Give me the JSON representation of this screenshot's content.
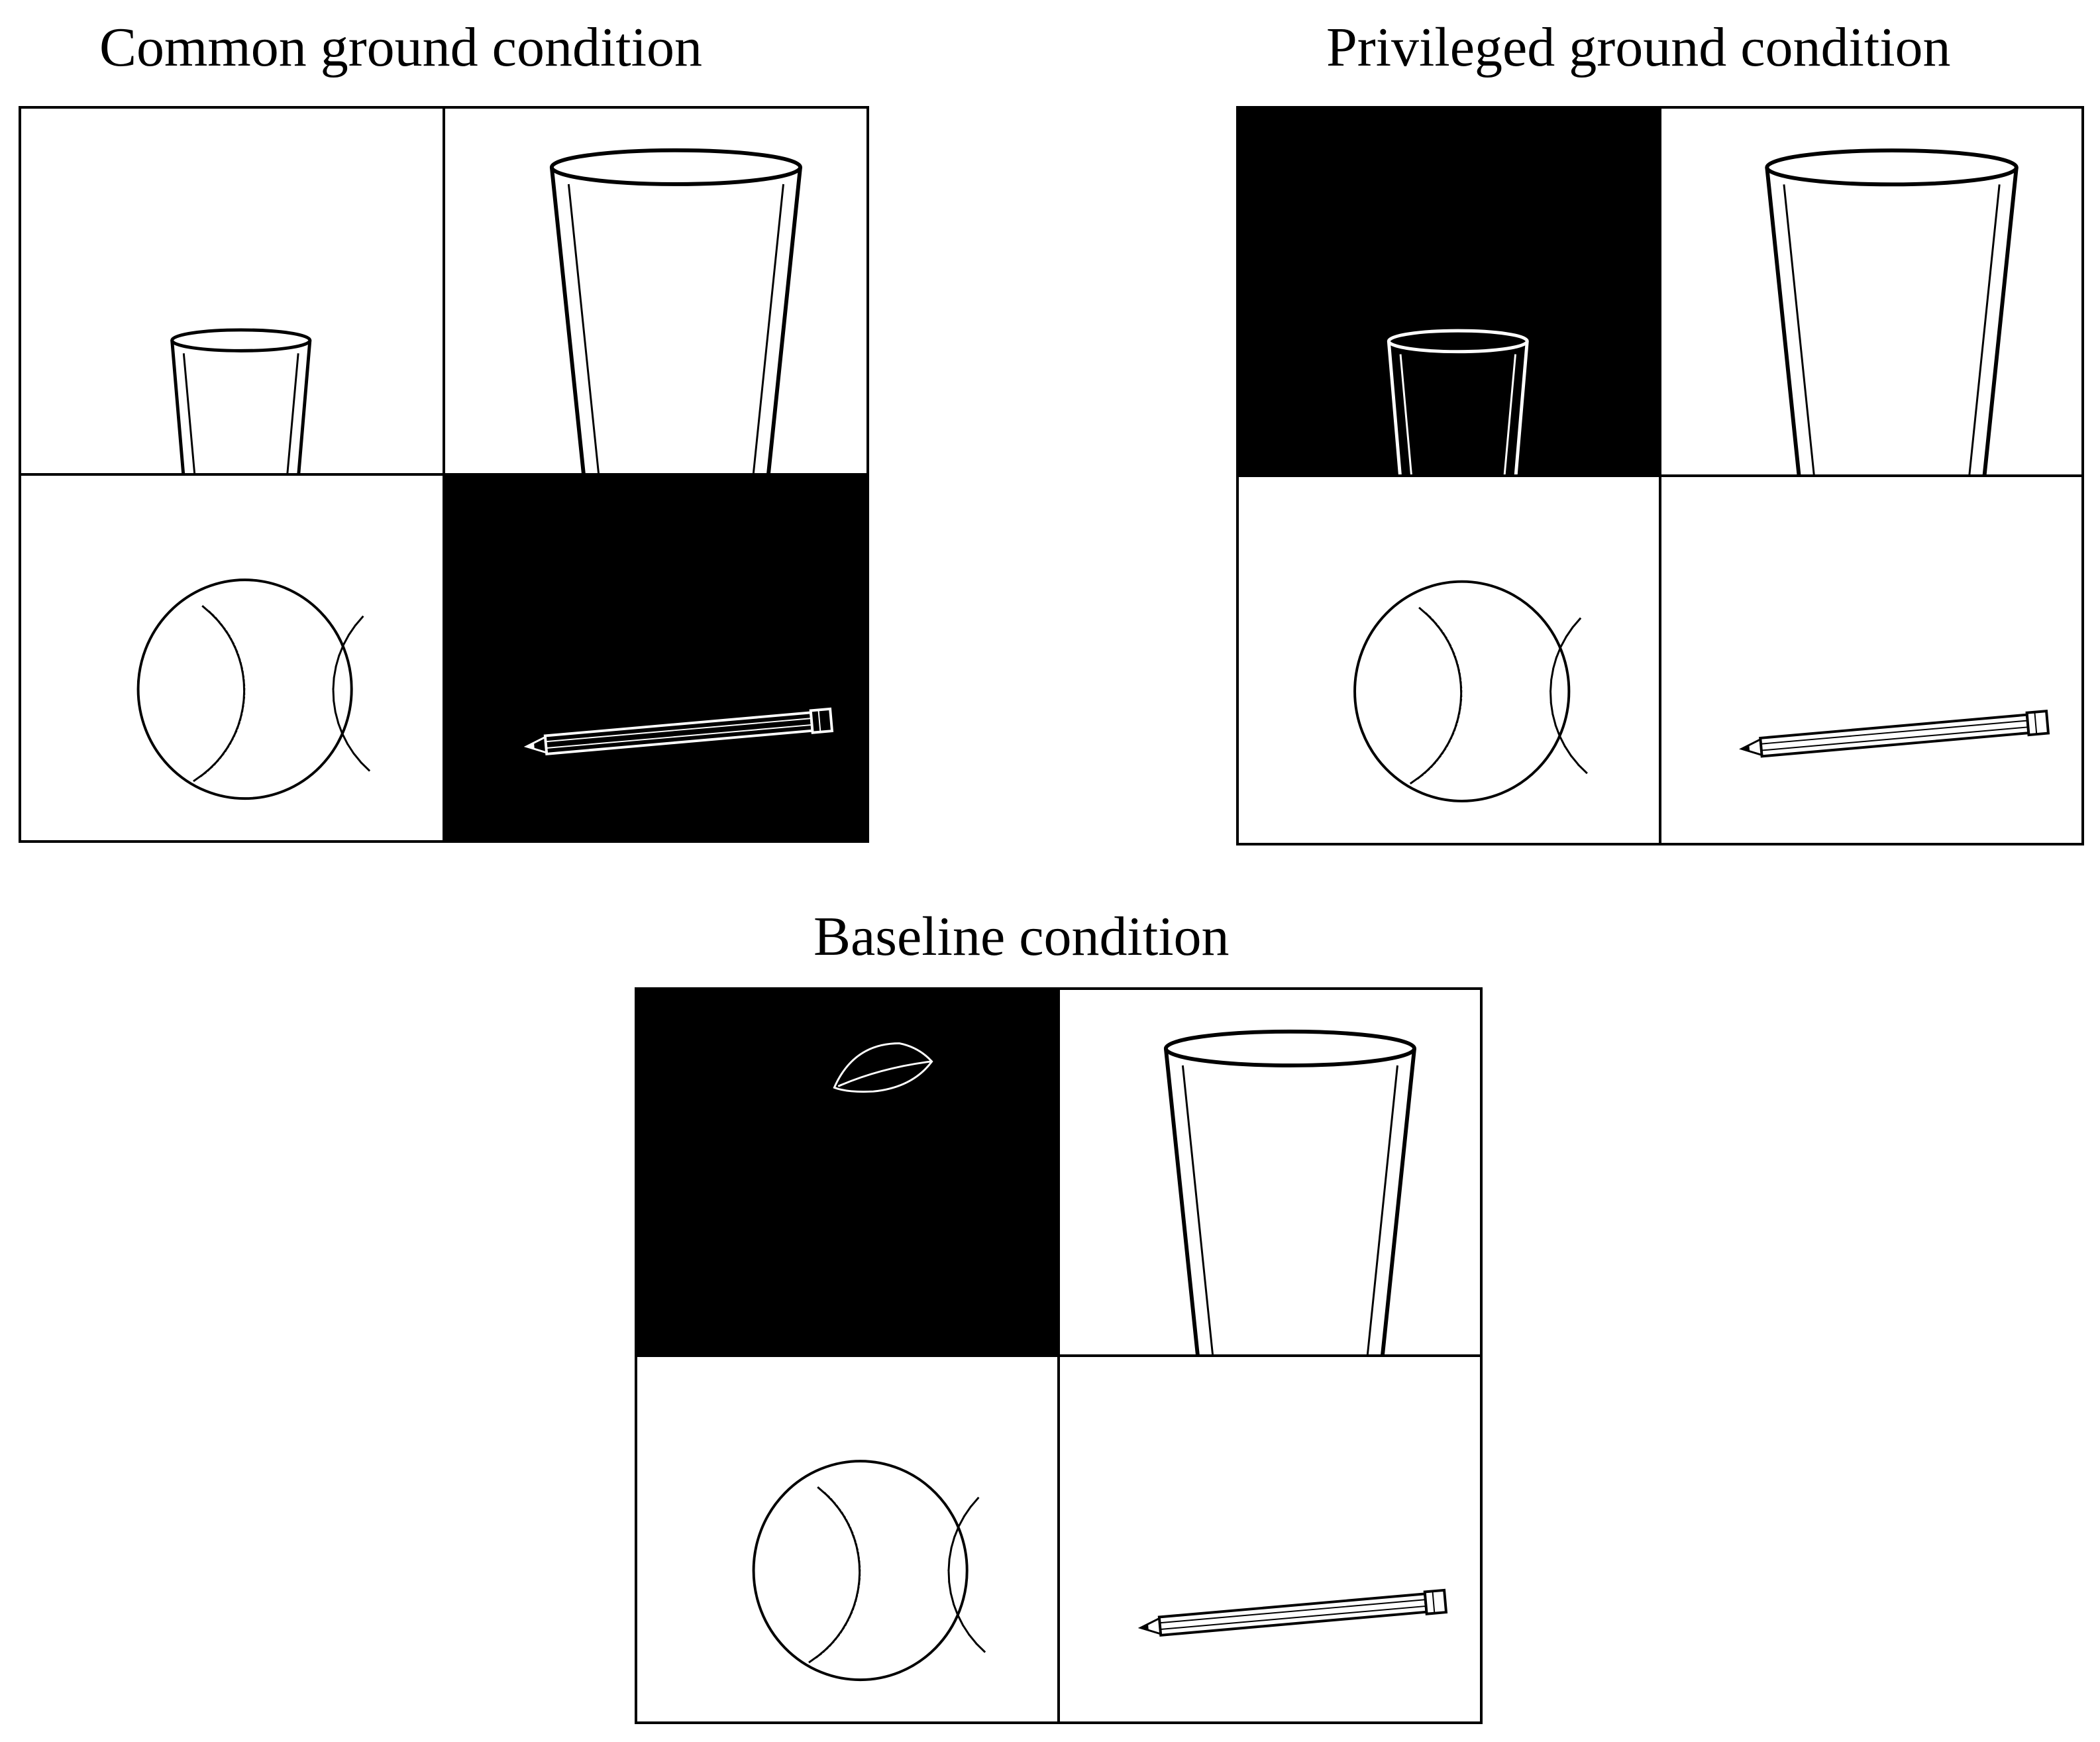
{
  "panels": [
    {
      "title": "Common ground condition",
      "cells": [
        {
          "object": "small-glass-icon",
          "shaded": false
        },
        {
          "object": "large-glass-icon",
          "shaded": false
        },
        {
          "object": "baseball-icon",
          "shaded": false
        },
        {
          "object": "pencil-icon",
          "shaded": true
        }
      ]
    },
    {
      "title": "Privileged ground condition",
      "cells": [
        {
          "object": "small-glass-icon",
          "shaded": true
        },
        {
          "object": "large-glass-icon",
          "shaded": false
        },
        {
          "object": "baseball-icon",
          "shaded": false
        },
        {
          "object": "pencil-icon",
          "shaded": false
        }
      ]
    },
    {
      "title": "Baseline condition",
      "cells": [
        {
          "object": "apple-icon",
          "shaded": true
        },
        {
          "object": "large-glass-icon",
          "shaded": false
        },
        {
          "object": "baseball-icon",
          "shaded": false
        },
        {
          "object": "pencil-icon",
          "shaded": false
        }
      ]
    }
  ],
  "colors": {
    "shaded": "#000000",
    "background": "#ffffff",
    "line": "#000000"
  }
}
